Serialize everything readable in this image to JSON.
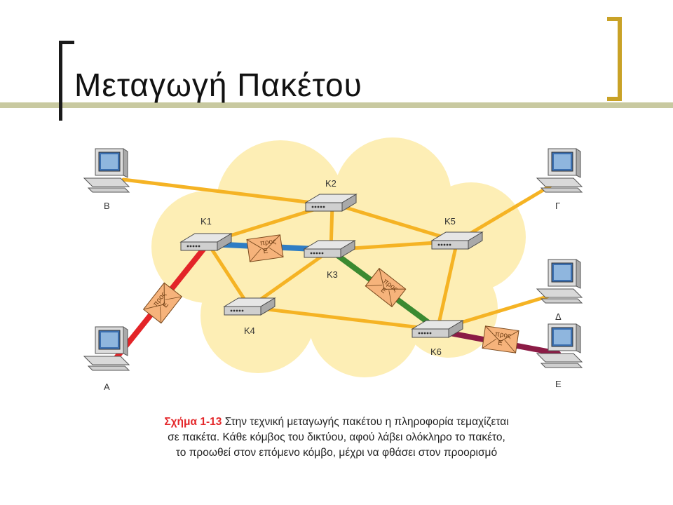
{
  "slide": {
    "title": "Μεταγωγή Πακέτου",
    "accent_color": "#c9a227",
    "rule_color": "#c8c9a0",
    "bracket_color": "#1a1a1a"
  },
  "diagram": {
    "cloud_color": "#fdeeb5",
    "link_color": "#f5b324",
    "path_colors": {
      "a_to_k1": "#e32428",
      "k1_to_k3": "#2f7dc4",
      "k3_to_k6": "#3b8a31",
      "k6_to_e": "#8b1b45"
    },
    "nodes": [
      {
        "id": "K1",
        "label": "K1"
      },
      {
        "id": "K2",
        "label": "K2"
      },
      {
        "id": "K3",
        "label": "K3"
      },
      {
        "id": "K4",
        "label": "K4"
      },
      {
        "id": "K5",
        "label": "K5"
      },
      {
        "id": "K6",
        "label": "K6"
      }
    ],
    "hosts": [
      {
        "id": "A",
        "label": "A"
      },
      {
        "id": "B",
        "label": "B"
      },
      {
        "id": "G",
        "label": "Γ"
      },
      {
        "id": "D",
        "label": "Δ"
      },
      {
        "id": "E",
        "label": "E"
      }
    ],
    "packet": {
      "line1": "προς",
      "line2": "E"
    }
  },
  "caption": {
    "figure_label": "Σχήμα 1-13",
    "line1": "Στην τεχνική μεταγωγής πακέτου η πληροφορία τεμαχίζεται",
    "line2": "σε πακέτα. Κάθε κόμβος του δικτύου, αφού λάβει ολόκληρο το πακέτο,",
    "line3": "το προωθεί στον επόμενο κόμβο, μέχρι να φθάσει στον προορισμό"
  }
}
